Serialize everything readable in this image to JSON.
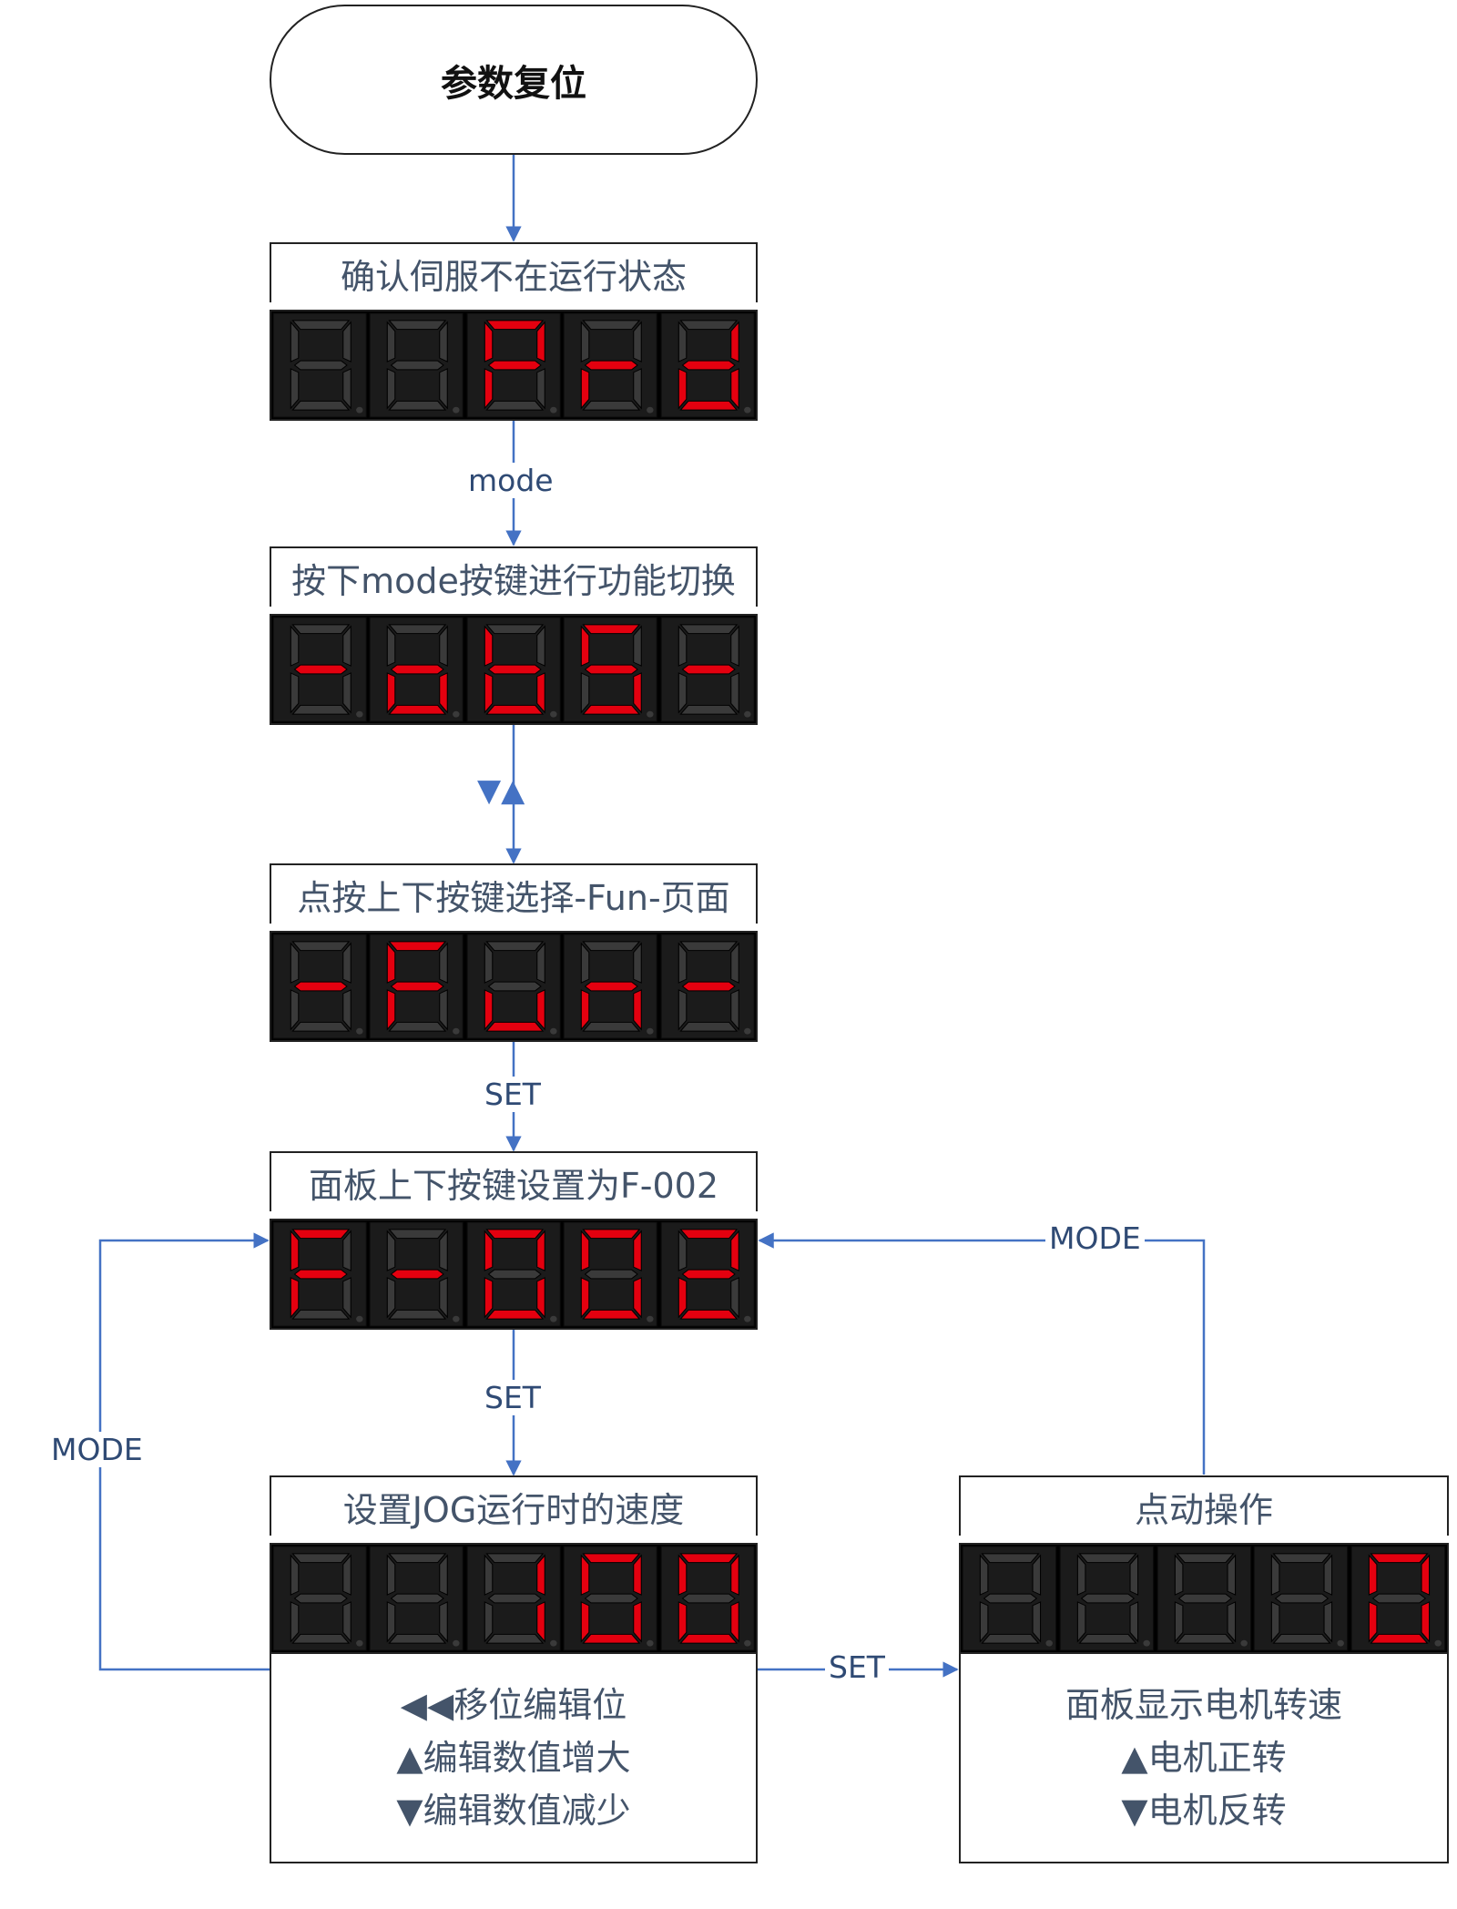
{
  "terminal": {
    "label": "参数复位"
  },
  "steps": [
    {
      "title": "确认伺服不在运行状态",
      "display": [
        " ",
        " ",
        "P",
        "r",
        "d"
      ]
    },
    {
      "title": "按下mode按键进行功能切换",
      "display": [
        "-",
        "o",
        "b",
        "S",
        "-"
      ]
    },
    {
      "title": "点按上下按键选择-Fun-页面",
      "display": [
        "-",
        "F",
        "u",
        "n",
        "-"
      ]
    },
    {
      "title": "面板上下按键设置为F-002",
      "display": [
        "F",
        "-",
        "0",
        "0",
        "2"
      ]
    },
    {
      "title": "设置JOG运行时的速度",
      "display": [
        " ",
        " ",
        "1",
        "0",
        "0"
      ]
    },
    {
      "title": "点动操作",
      "display": [
        " ",
        " ",
        " ",
        " ",
        "0"
      ]
    }
  ],
  "edges": {
    "mode_lower": "mode",
    "arrows_glyph": "▼▲",
    "set_1": "SET",
    "set_2": "SET",
    "set_3": "SET",
    "mode_upper_left": "MODE",
    "mode_upper_right": "MODE"
  },
  "notes": {
    "jog": [
      "◀◀移位编辑位",
      "▲编辑数值增大",
      "▼编辑数值减少"
    ],
    "run": [
      "面板显示电机转速",
      "▲电机正转",
      "▼电机反转"
    ]
  },
  "colors": {
    "segment_on": "#e4000f",
    "segment_off": "#3a3a3a",
    "connector": "#4472c4",
    "title_text": "#44546a"
  }
}
